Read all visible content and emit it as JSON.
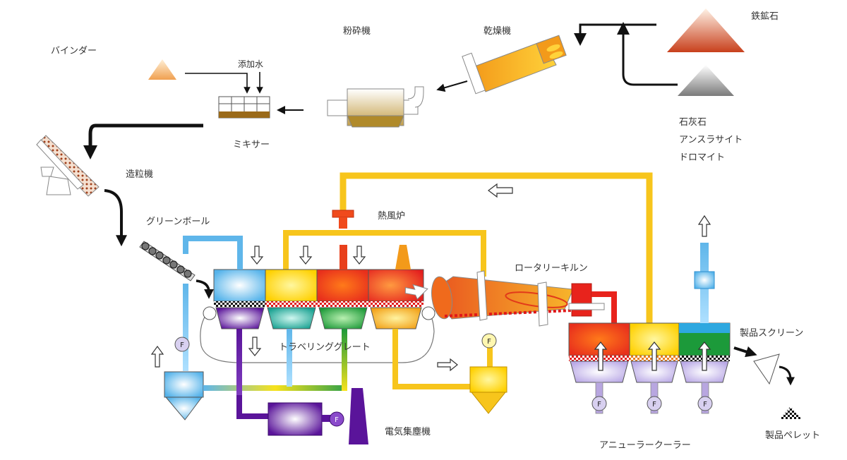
{
  "labels": {
    "binder": "バインダー",
    "crusher": "粉砕機",
    "dryer": "乾燥機",
    "iron_ore": "鉄鉱石",
    "water": "添加水",
    "mixer": "ミキサー",
    "additives": [
      "石灰石",
      "アンスラサイト",
      "ドロマイト"
    ],
    "pelletizer": "造粒機",
    "hot_air_furnace": "熱風炉",
    "green_ball": "グリーンボール",
    "rotary_kiln": "ロータリーキルン",
    "traveling_grate": "トラベリンググレート",
    "product_screen": "製品スクリーン",
    "esp": "電気集塵機",
    "product_pellet": "製品ペレット",
    "annular_cooler": "アニューラークーラー",
    "fan": "F"
  },
  "colors": {
    "line_black": "#111111",
    "duct_yellow": "#f7c51c",
    "duct_blue": "#5fb6ea",
    "duct_purple": "#5a149a",
    "kiln_orange": "#f08a1e",
    "hot_red": "#e8231c",
    "cooler_green": "#1c9a3a"
  }
}
